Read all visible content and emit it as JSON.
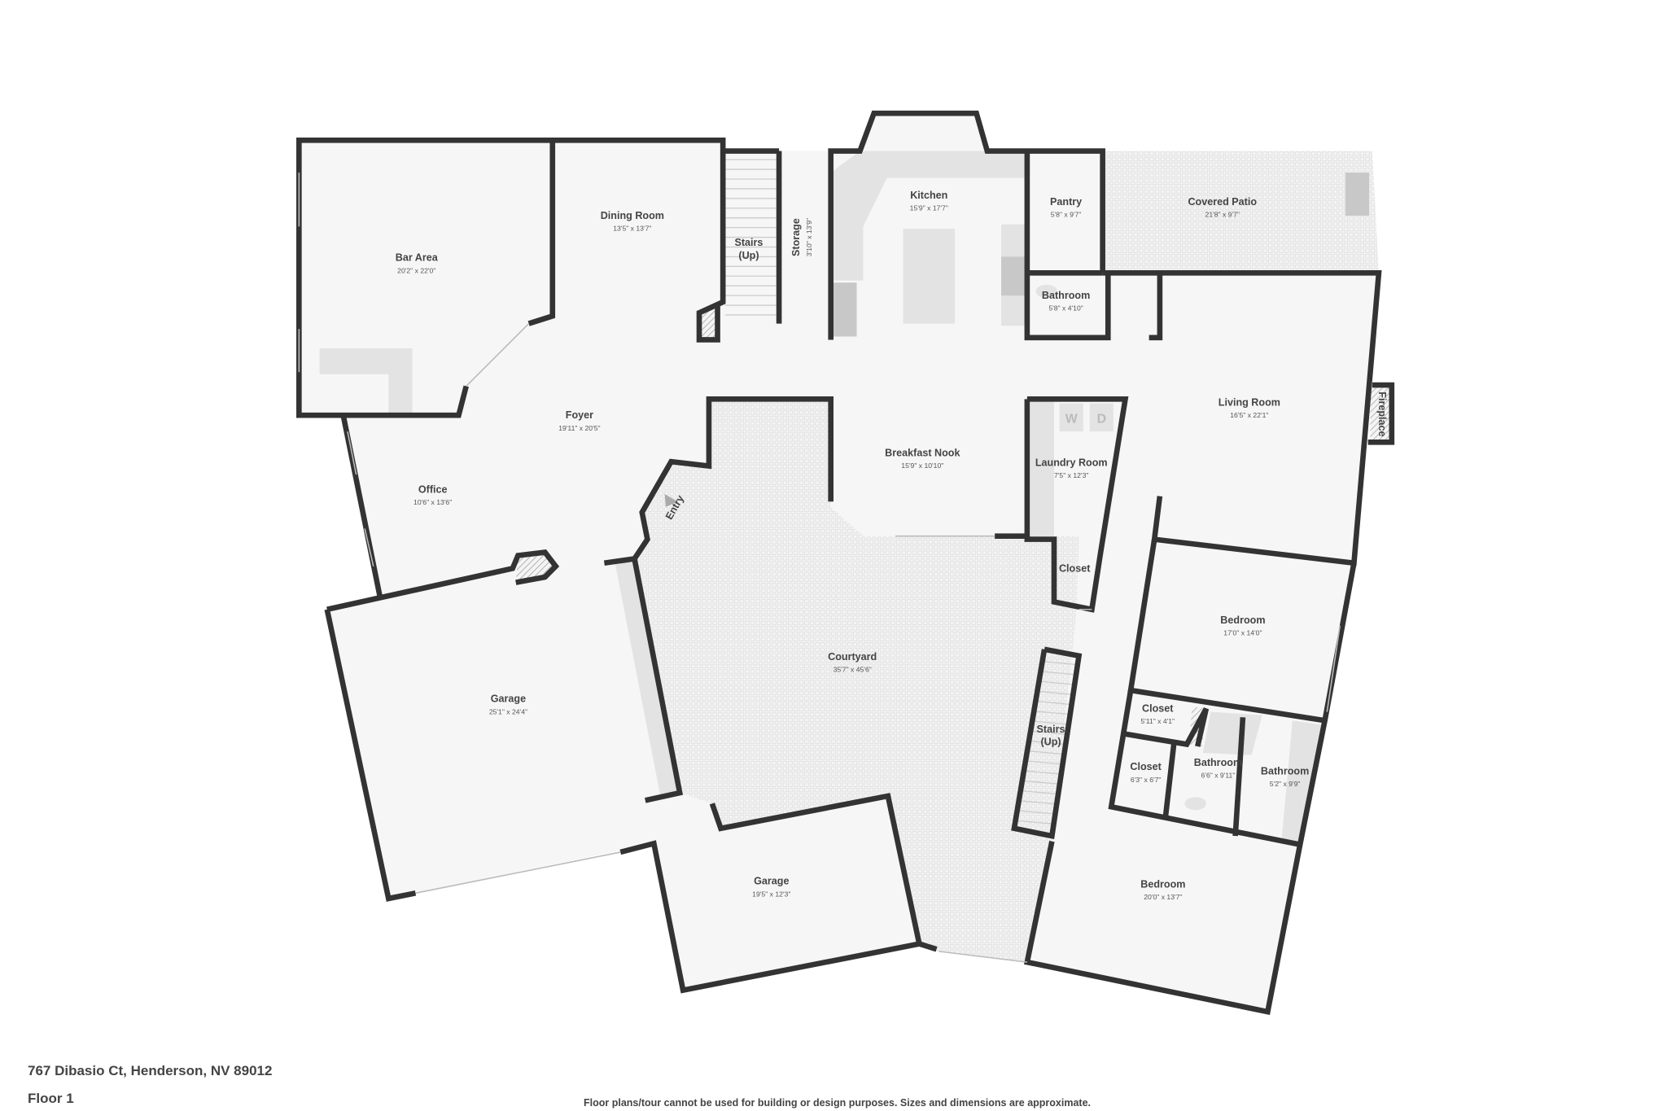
{
  "address": "767 Dibasio Ct, Henderson, NV 89012",
  "floor_label": "Floor 1",
  "disclaimer": "Floor plans/tour cannot be used for building or design purposes. Sizes and dimensions are approximate.",
  "colors": {
    "wall": "#333333",
    "floor": "#f6f6f6",
    "fixture": "#e3e3e3"
  },
  "rooms": [
    {
      "name": "Bar Area",
      "dims": "20'2\" x 22'0\""
    },
    {
      "name": "Dining Room",
      "dims": "13'5\" x 13'7\""
    },
    {
      "name": "Stairs",
      "sub": "(Up)"
    },
    {
      "name": "Storage",
      "dims": "3'10\" x 13'9\""
    },
    {
      "name": "Kitchen",
      "dims": "15'9\" x 17'7\""
    },
    {
      "name": "Pantry",
      "dims": "5'8\" x 9'7\""
    },
    {
      "name": "Covered Patio",
      "dims": "21'8\" x 9'7\""
    },
    {
      "name": "Bathroom",
      "dims": "5'8\" x 4'10\""
    },
    {
      "name": "Foyer",
      "dims": "19'11\" x 20'5\""
    },
    {
      "name": "Living Room",
      "dims": "16'5\" x 22'1\""
    },
    {
      "name": "Fireplace"
    },
    {
      "name": "Office",
      "dims": "10'6\" x 13'6\""
    },
    {
      "name": "Breakfast Nook",
      "dims": "15'9\" x 10'10\""
    },
    {
      "name": "Laundry Room",
      "dims": "7'5\" x 12'3\""
    },
    {
      "name": "Entry"
    },
    {
      "name": "Closet"
    },
    {
      "name": "Bedroom",
      "dims": "17'0\" x 14'0\""
    },
    {
      "name": "Courtyard",
      "dims": "35'7\" x 45'6\""
    },
    {
      "name": "Garage",
      "dims": "25'1\" x 24'4\""
    },
    {
      "name": "Stairs",
      "sub": "(Up)"
    },
    {
      "name": "Closet",
      "dims": "5'11\" x 4'1\""
    },
    {
      "name": "Closet",
      "dims": "6'3\" x 6'7\""
    },
    {
      "name": "Bathroom",
      "dims": "6'6\" x 9'11\""
    },
    {
      "name": "Bathroom",
      "dims": "5'2\" x 9'9\""
    },
    {
      "name": "Bedroom",
      "dims": "20'0\" x 13'7\""
    },
    {
      "name": "Garage",
      "dims": "19'5\" x 12'3\""
    }
  ],
  "appliances": {
    "washer": "W",
    "dryer": "D"
  }
}
